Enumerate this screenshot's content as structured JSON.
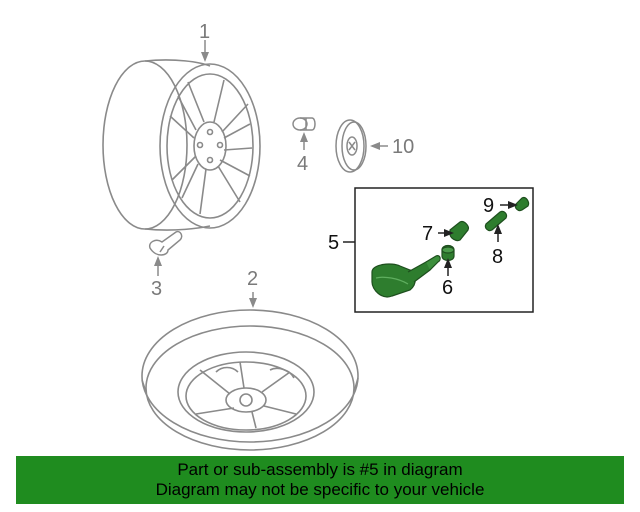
{
  "callouts": {
    "c1": "1",
    "c2": "2",
    "c3": "3",
    "c4": "4",
    "c5": "5",
    "c6": "6",
    "c7": "7",
    "c8": "8",
    "c9": "9",
    "c10": "10"
  },
  "banner": {
    "line1": "Part or sub-assembly is #5 in diagram",
    "line2": "Diagram may not be specific to your vehicle"
  },
  "colors": {
    "banner_bg": "#1f8c1f",
    "line_art": "#8a8a8a",
    "part_highlight": "#2e7d2e"
  },
  "icons": [
    "wheel",
    "spare-tire",
    "valve-stem",
    "lug-nut",
    "center-cap",
    "tpms-sensor",
    "tpms-nut",
    "tpms-grommet",
    "tpms-core",
    "tpms-valve-cap"
  ]
}
